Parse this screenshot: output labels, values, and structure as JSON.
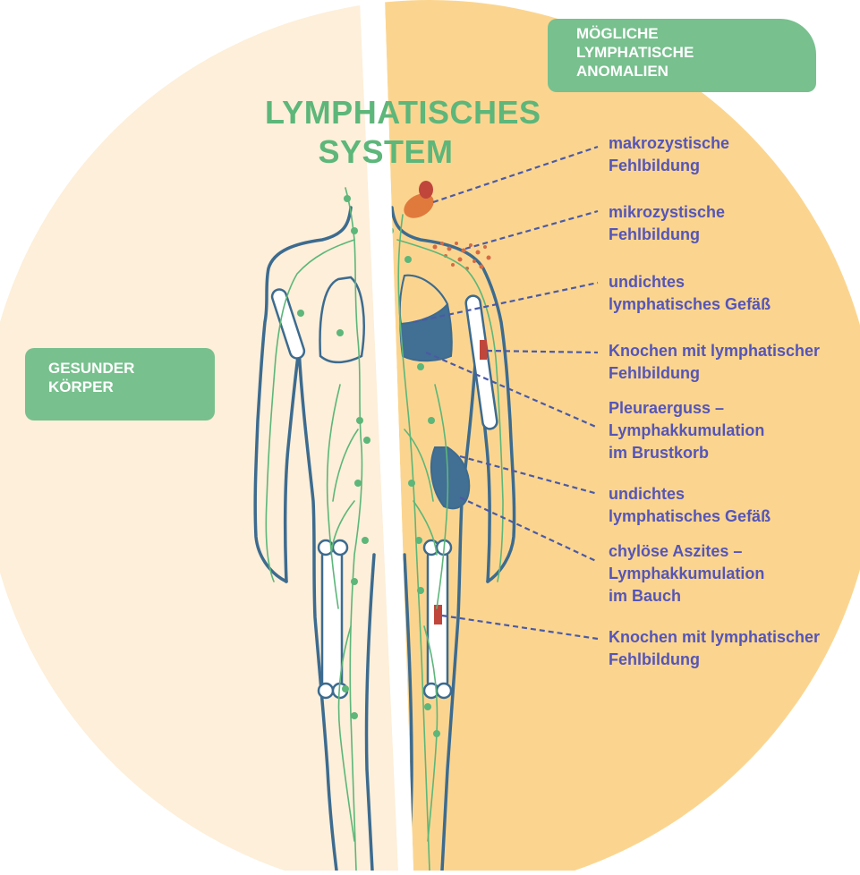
{
  "title": {
    "line1": "LYMPHATISCHES",
    "line2": "SYSTEM"
  },
  "left_badge": {
    "line1": "GESUNDER",
    "line2": "KÖRPER"
  },
  "right_badge": {
    "line1": "MÖGLICHE",
    "line2": "LYMPHATISCHE",
    "line3": "ANOMALIEN"
  },
  "labels": [
    {
      "lines": [
        "makrozystische",
        "Fehlbildung"
      ]
    },
    {
      "lines": [
        "mikrozystische",
        "Fehlbildung"
      ]
    },
    {
      "lines": [
        "undichtes",
        "lymphatisches Gefäß"
      ]
    },
    {
      "lines": [
        "Knochen mit lymphatischer",
        "Fehlbildung"
      ]
    },
    {
      "lines": [
        "Pleuraerguss –",
        "Lymphakkumulation",
        "im Brustkorb"
      ]
    },
    {
      "lines": [
        "undichtes",
        "lymphatisches Gefäß"
      ]
    },
    {
      "lines": [
        "chylöse Aszites –",
        "Lymphakkumulation",
        "im Bauch"
      ]
    },
    {
      "lines": [
        "Knochen mit lymphatischer",
        "Fehlbildung"
      ]
    }
  ],
  "colors": {
    "healthy_background": "#fdefd9",
    "anomaly_background": "#fbd58f",
    "lymph_green": "#5db67a",
    "body_outline": "#3d6b8f",
    "label_text": "#5555b8",
    "badge_green": "#78c08e",
    "lesion_red": "#c0463c",
    "fluid_blue": "#426f94"
  }
}
